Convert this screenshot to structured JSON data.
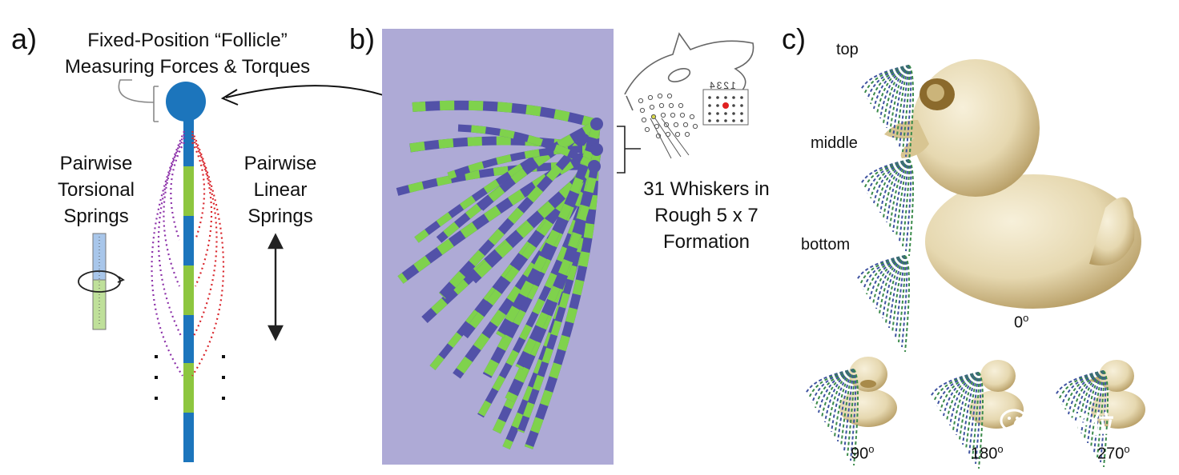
{
  "panel_a": {
    "letter": "a)",
    "title_line1": "Fixed-Position “Follicle”",
    "title_line2": "Measuring Forces & Torques",
    "left_label": [
      "Pairwise",
      "Torsional",
      "Springs"
    ],
    "right_label": [
      "Pairwise",
      "Linear",
      "Springs"
    ],
    "segment_colors": {
      "blue": "#1c75bc",
      "green": "#8dc63f"
    }
  },
  "panel_b": {
    "letter": "b)",
    "background": "#aeaad6",
    "stripe_colors": [
      "#5251a8",
      "#7fd24c"
    ],
    "caption": [
      "31 Whiskers in",
      "Rough 5 x 7",
      "Formation"
    ],
    "grid_header": "1234"
  },
  "panel_c": {
    "letter": "c)",
    "array_labels": {
      "top": "top",
      "middle": "middle",
      "bottom": "bottom"
    },
    "angles": {
      "a0": "0",
      "a90": "90",
      "a180": "180",
      "a270": "270"
    },
    "degree_mark": "o",
    "duck_color": "#e8dcb5"
  },
  "watermark": {
    "text": "量子位"
  }
}
